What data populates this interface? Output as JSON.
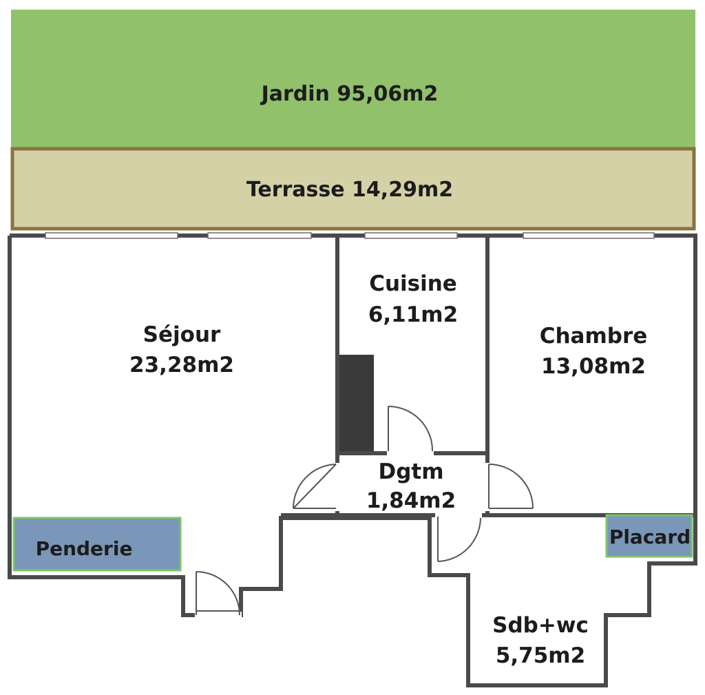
{
  "plan": {
    "colors": {
      "garden": "#91c16b",
      "terrace_fill": "#d5d1a6",
      "terrace_border": "#8a7340",
      "storage_fill": "#7a96b8",
      "storage_border": "#7cc46a",
      "wall": "#4a4a4a",
      "chimney": "#3a3a3a"
    },
    "rooms": {
      "jardin": "Jardin 95,06m2",
      "terrasse": "Terrasse 14,29m2",
      "sejour_name": "Séjour",
      "sejour_area": "23,28m2",
      "cuisine_name": "Cuisine",
      "cuisine_area": "6,11m2",
      "chambre_name": "Chambre",
      "chambre_area": "13,08m2",
      "dgtm_name": "Dgtm",
      "dgtm_area": "1,84m2",
      "sdb_name": "Sdb+wc",
      "sdb_area": "5,75m2",
      "penderie": "Penderie",
      "placard": "Placard"
    }
  }
}
